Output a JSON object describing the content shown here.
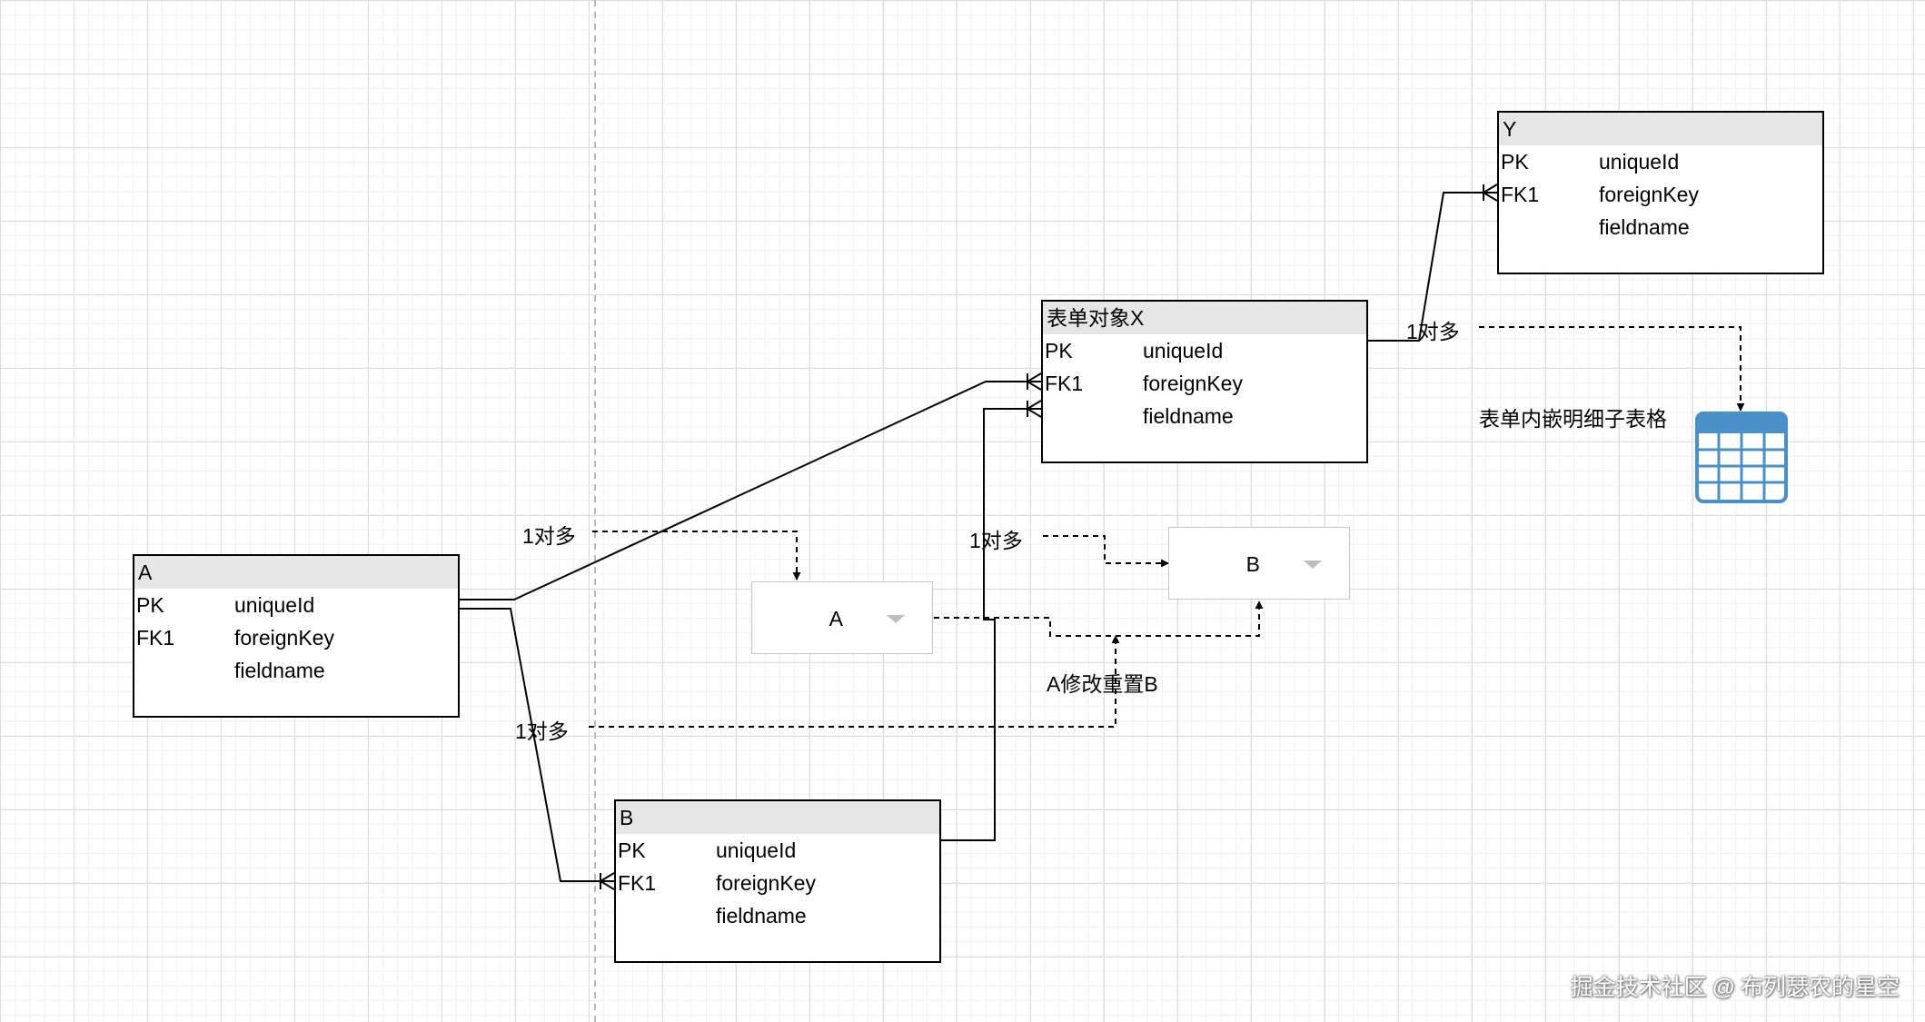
{
  "entities": {
    "a": {
      "title": "A",
      "rows": [
        {
          "key": "PK",
          "field": "uniqueId"
        },
        {
          "key": "FK1",
          "field": "foreignKey"
        },
        {
          "key": "",
          "field": "fieldname"
        }
      ]
    },
    "b": {
      "title": "B",
      "rows": [
        {
          "key": "PK",
          "field": "uniqueId"
        },
        {
          "key": "FK1",
          "field": "foreignKey"
        },
        {
          "key": "",
          "field": "fieldname"
        }
      ]
    },
    "x": {
      "title": "表单对象X",
      "rows": [
        {
          "key": "PK",
          "field": "uniqueId"
        },
        {
          "key": "FK1",
          "field": "foreignKey"
        },
        {
          "key": "",
          "field": "fieldname"
        }
      ]
    },
    "y": {
      "title": "Y",
      "rows": [
        {
          "key": "PK",
          "field": "uniqueId"
        },
        {
          "key": "FK1",
          "field": "foreignKey"
        },
        {
          "key": "",
          "field": "fieldname"
        }
      ]
    }
  },
  "combos": {
    "a": {
      "label": "A"
    },
    "b": {
      "label": "B"
    }
  },
  "labels": {
    "one_to_many_top_left": "1对多",
    "one_to_many_middle": "1对多",
    "one_to_many_bottom": "1对多",
    "one_to_many_right": "1对多",
    "reset_note": "A修改重置B",
    "subtable_note": "表单内嵌明细子表格"
  },
  "icons": {
    "subtable": "table-grid-icon"
  },
  "colors": {
    "table_icon": "#4a90c8",
    "entity_header": "#e6e6e6"
  },
  "watermark": {
    "site": "掘金技术社区",
    "separator": "@",
    "author": "布列瑟农的星空"
  }
}
